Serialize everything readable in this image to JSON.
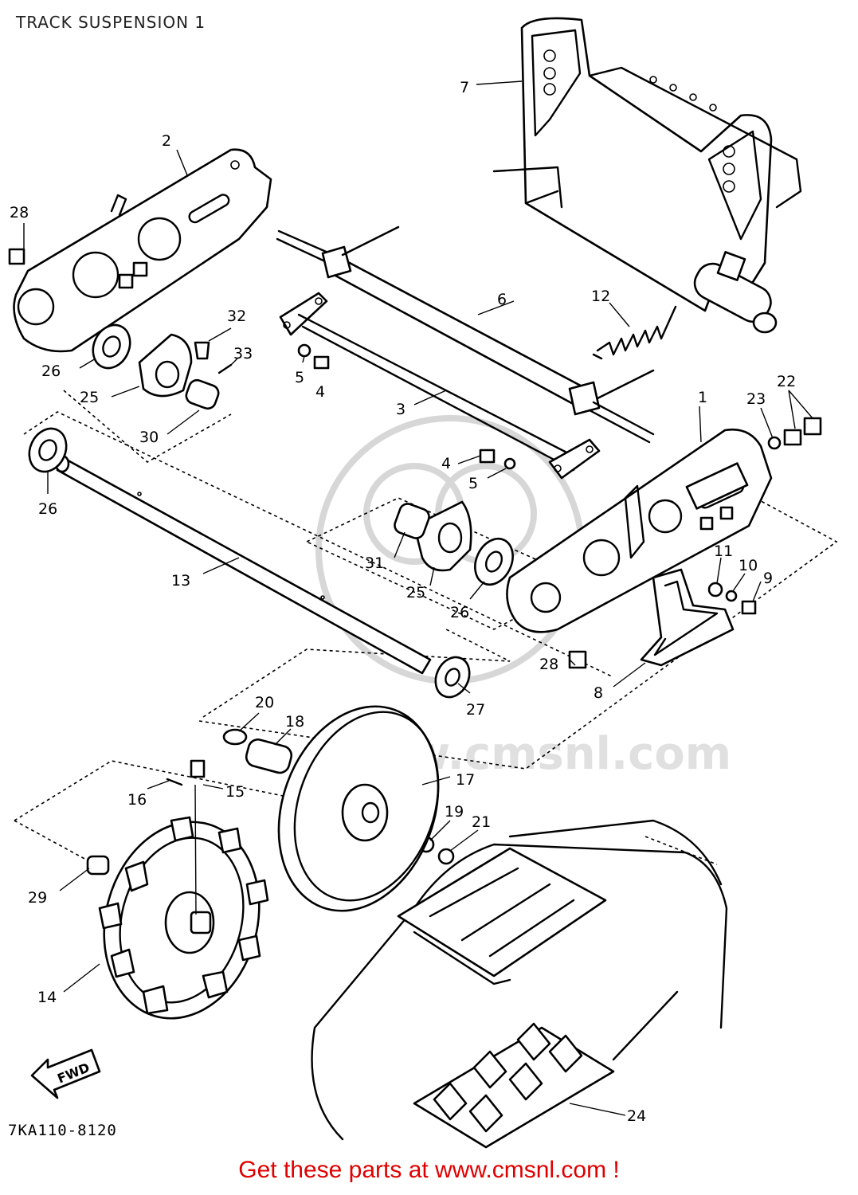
{
  "title": "TRACK SUSPENSION 1",
  "drawing_code": "7KA110-8120",
  "fwd_label": "FWD",
  "footer": "Get these parts at www.cmsnl.com !",
  "watermark": "www.cmsnl.com",
  "callouts": {
    "c1": "1",
    "c2": "2",
    "c3": "3",
    "c4a": "4",
    "c4b": "4",
    "c5a": "5",
    "c5b": "5",
    "c6": "6",
    "c7": "7",
    "c8": "8",
    "c9": "9",
    "c10": "10",
    "c11": "11",
    "c12": "12",
    "c13": "13",
    "c14": "14",
    "c15": "15",
    "c16": "16",
    "c17": "17",
    "c18": "18",
    "c19": "19",
    "c20": "20",
    "c21": "21",
    "c22": "22",
    "c23": "23",
    "c24": "24",
    "c25a": "25",
    "c25b": "25",
    "c26a": "26",
    "c26b": "26",
    "c26c": "26",
    "c27": "27",
    "c28a": "28",
    "c28b": "28",
    "c29": "29",
    "c30": "30",
    "c31": "31",
    "c32": "32",
    "c33": "33"
  },
  "colors": {
    "line": "#000000",
    "footer": "#e00000",
    "watermark": "#d7d7d7"
  }
}
